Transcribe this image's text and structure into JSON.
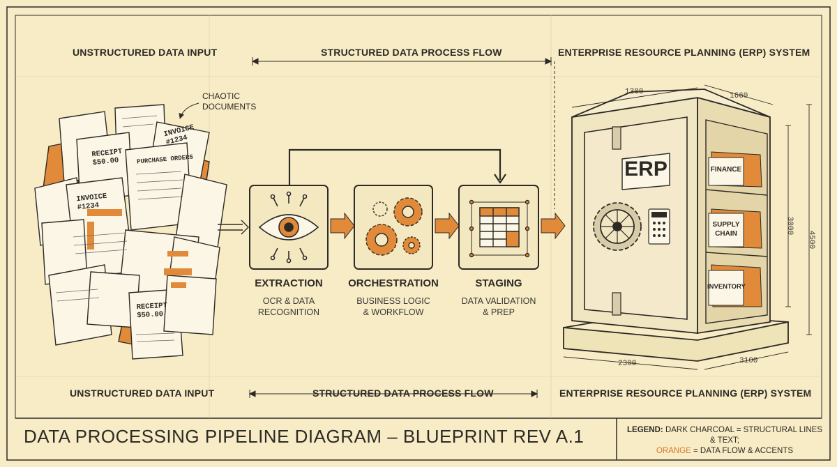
{
  "headers": {
    "left_top": "UNSTRUCTURED DATA INPUT",
    "middle_top": "STRUCTURED DATA PROCESS FLOW",
    "right_top": "ENTERPRISE RESOURCE PLANNING (ERP) SYSTEM",
    "left_bottom": "UNSTRUCTURED DATA INPUT",
    "middle_bottom": "STRUCTURED DATA PROCESS FLOW",
    "right_bottom": "ENTERPRISE RESOURCE PLANNING (ERP) SYSTEM"
  },
  "annotation": {
    "line1": "CHAOTIC",
    "line2": "DOCUMENTS"
  },
  "documents": {
    "invoice_1": "INVOICE",
    "invoice_1_num": "#1234",
    "receipt_1": "RECEIPT",
    "receipt_1_amt": "$50.00",
    "purchase_orders": "PURCHASE ORDERS",
    "invoice_2": "INVOICE",
    "invoice_2_num": "#1234",
    "receipt_2": "RECEIPT",
    "receipt_2_amt": "$50.00"
  },
  "stages": [
    {
      "title": "EXTRACTION",
      "sub1": "OCR & DATA",
      "sub2": "RECOGNITION",
      "icon": "eye-icon"
    },
    {
      "title": "ORCHESTRATION",
      "sub1": "BUSINESS LOGIC",
      "sub2": "& WORKFLOW",
      "icon": "gears-icon"
    },
    {
      "title": "STAGING",
      "sub1": "DATA VALIDATION",
      "sub2": "& PREP",
      "icon": "table-icon"
    }
  ],
  "erp": {
    "label": "ERP",
    "shelves": [
      "FINANCE",
      "SUPPLY CHAIN",
      "INVENTORY"
    ],
    "shelf_line1": [
      "FINANCE",
      "SUPPLY",
      "INVENTORY"
    ],
    "shelf_line2": [
      "",
      "CHAIN",
      ""
    ],
    "dims": {
      "top_width": "1300",
      "top_depth": "1660",
      "height_inner": "3000",
      "height_outer": "4500",
      "base_width": "2300",
      "base_depth": "3100"
    }
  },
  "footer": {
    "title": "DATA PROCESSING PIPELINE DIAGRAM – BLUEPRINT REV A.1",
    "legend_label": "LEGEND:",
    "legend_line1": "DARK CHARCOAL = STRUCTURAL LINES & TEXT;",
    "legend_orange": "ORANGE",
    "legend_line2": "= DATA FLOW & ACCENTS"
  },
  "colors": {
    "background": "#f7ecc5",
    "charcoal": "#2d2a26",
    "orange": "#d9782b",
    "paper": "#fbf6e6"
  }
}
